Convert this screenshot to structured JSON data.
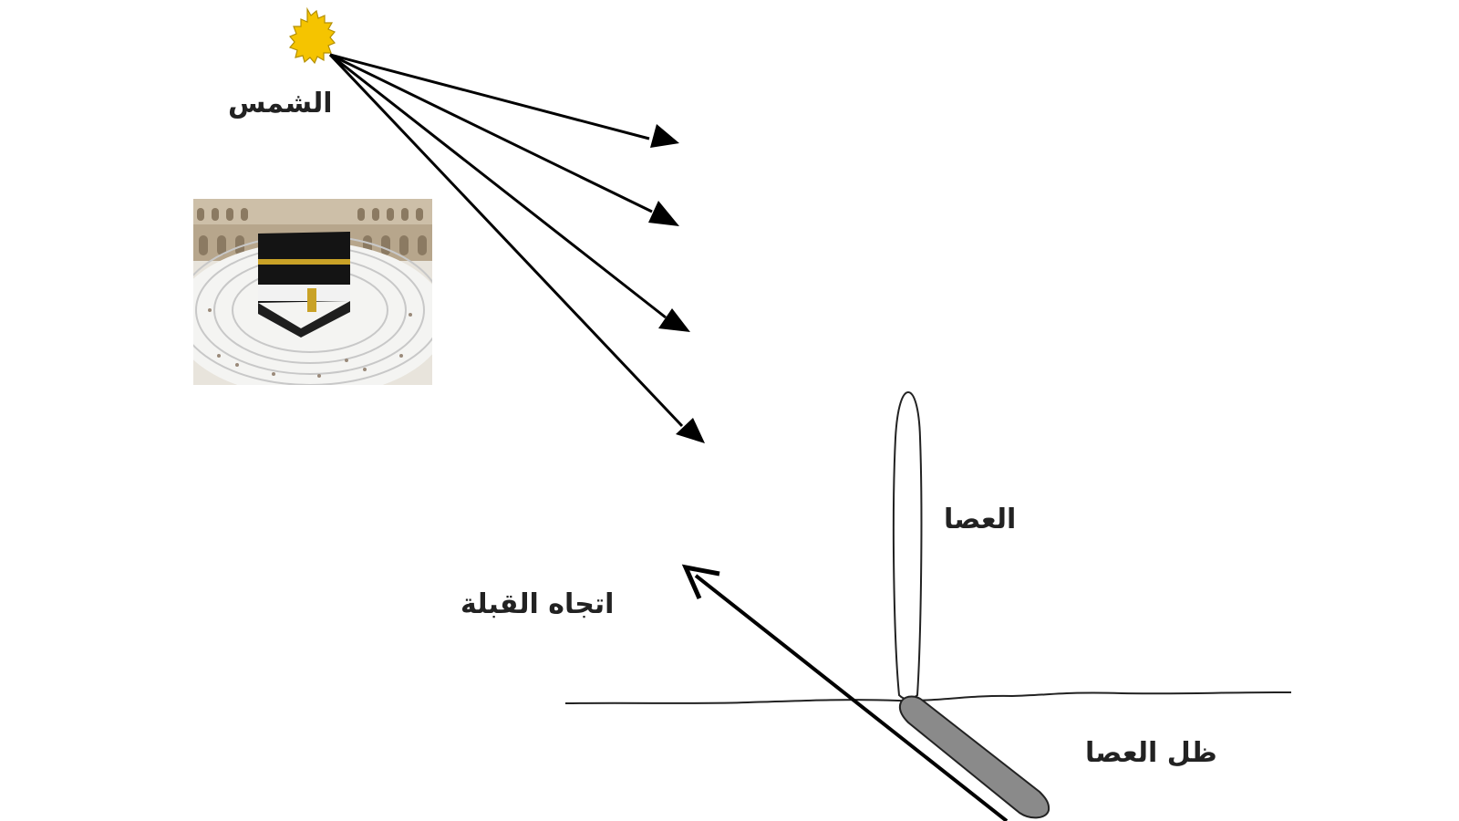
{
  "labels": {
    "sun": "الشمس",
    "stick": "العصا",
    "qibla_direction": "اتجاه القبلة",
    "stick_shadow": "ظل العصا"
  },
  "colors": {
    "sun_fill": "#f5c400",
    "sun_stroke": "#b38f00",
    "line": "#000000",
    "shadow_fill": "#8a8a8a",
    "kaaba": "#141414",
    "kaaba_band": "#c9a227"
  },
  "icons": {
    "sun": "sun-icon",
    "kaaba_photo": "kaaba-mosque-photo"
  }
}
